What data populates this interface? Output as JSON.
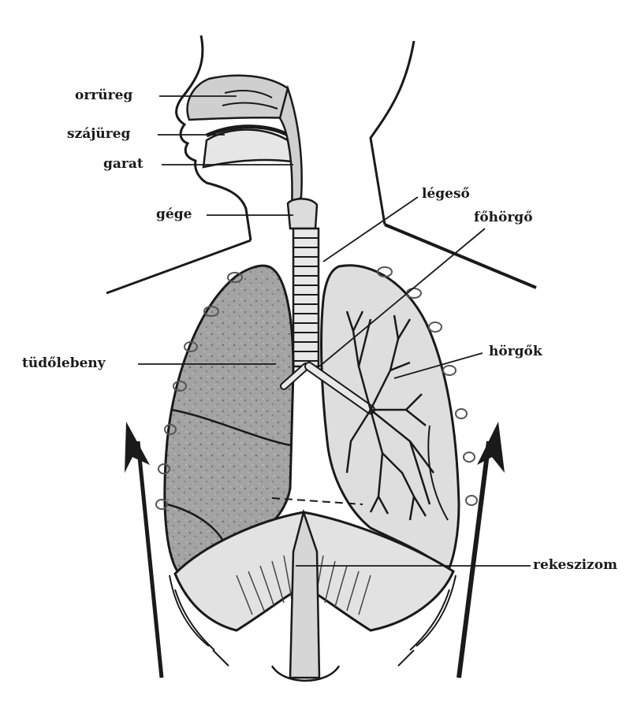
{
  "labels": {
    "orrureg": "orrüreg",
    "szajureg": "szájüreg",
    "garat": "garat",
    "gege": "gége",
    "legeso": "légeső",
    "fohorgo": "főhörgő",
    "tudolebeny": "tüdőlebeny",
    "horgok": "hörgők",
    "rekeszizom": "rekeszizom"
  },
  "colors": {
    "ink": "#1a1a1a",
    "lung_left": "#9a9a9a",
    "lung_right": "#dedede",
    "airway": "#cfcfcf"
  }
}
